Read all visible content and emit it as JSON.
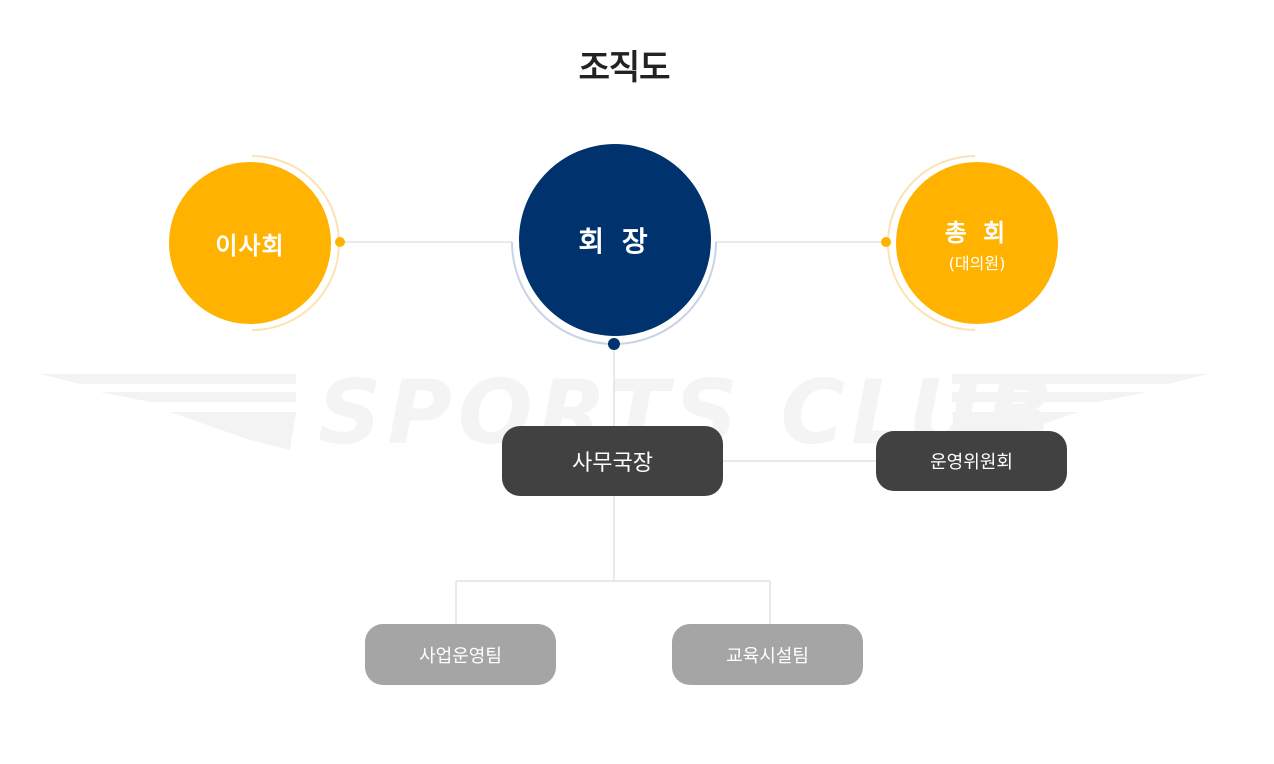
{
  "page": {
    "title": "조직도",
    "watermark": "SPORTS CLUB"
  },
  "colors": {
    "yellow": "#ffb300",
    "navy": "#00336e",
    "dark": "#414141",
    "gray": "#a5a5a5",
    "line": "#d6d6d6"
  },
  "org": {
    "board": "이사회",
    "president": "회 장",
    "general_assembly": "총 회",
    "general_assembly_sub": "(대의원)",
    "secretary_general": "사무국장",
    "steering_committee": "운영위원회",
    "business_team": "사업운영팀",
    "facility_team": "교육시설팀"
  }
}
